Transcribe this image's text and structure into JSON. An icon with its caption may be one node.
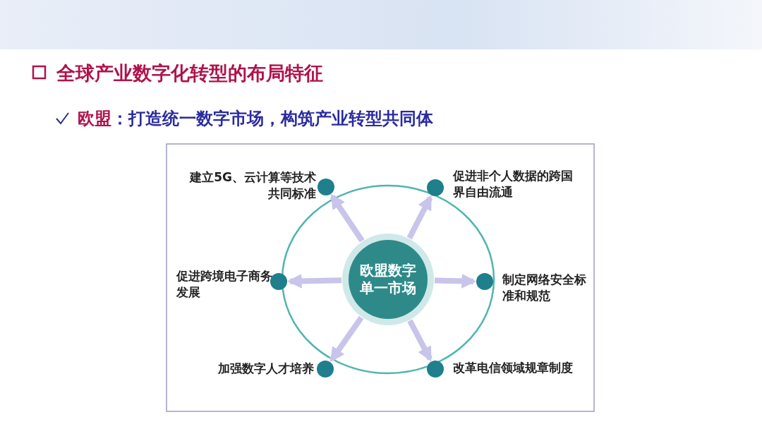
{
  "diagram": {
    "title": "全球产业数字化转型的布局特征",
    "nodes": [
      {
        "text": [
          "欧盟数字单一市场"
        ]
      },
      {
        "text": [],
        "shape": "circle",
        "beside": [
          "建立5G、云计算等技术共同标准"
        ]
      },
      {
        "text": [],
        "shape": "circle",
        "beside": [
          "促进非个人数据的跨国界自由流通"
        ]
      },
      {
        "text": [],
        "shape": "circle",
        "beside": [
          "促进跨境电子商务发展"
        ]
      },
      {
        "text": [],
        "shape": "circle",
        "beside": [
          "制定网络安全标准和规范"
        ]
      },
      {
        "text": [],
        "shape": "circle",
        "beside": [
          "加强数字人才培养"
        ]
      },
      {
        "text": [],
        "shape": "circle",
        "beside": [
          "改革电信领域规章制度"
        ]
      }
    ],
    "edges": [
      {
        "from": 0,
        "to": 1,
        "arrow": "to"
      },
      {
        "from": 0,
        "to": 2,
        "arrow": "to"
      },
      {
        "from": 0,
        "to": 3,
        "arrow": "to"
      },
      {
        "from": 0,
        "to": 4,
        "arrow": "to"
      },
      {
        "from": 0,
        "to": 5,
        "arrow": "to"
      },
      {
        "from": 0,
        "to": 6,
        "arrow": "to"
      }
    ],
    "labels": [
      "欧盟",
      "：打造统一数字市场，构筑产业转型共同体"
    ]
  }
}
